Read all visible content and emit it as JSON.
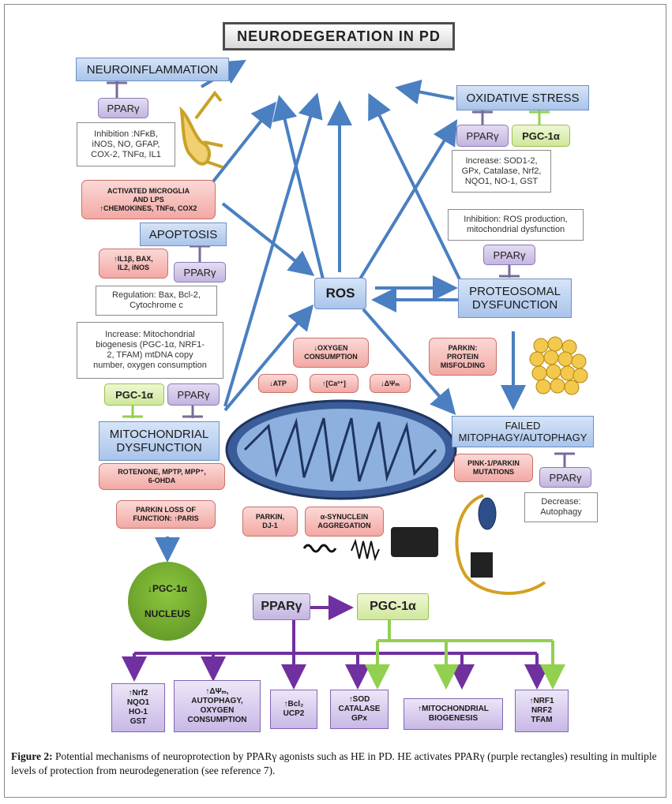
{
  "title": "NEURODEGERATION IN PD",
  "labels": {
    "neuroinflammation": "NEUROINFLAMMATION",
    "oxidative_stress": "OXIDATIVE STRESS",
    "apoptosis": "APOPTOSIS",
    "ros": "ROS",
    "proteosomal": "PROTEOSOMAL\nDYSFUNCTION",
    "mitochondrial": "MITOCHONDRIAL\nDYSFUNCTION",
    "failed_mitophagy": "FAILED\nMITOPHAGY/AUTOPHAGY"
  },
  "pparg": "PPARγ",
  "pgc1a": "PGC-1α",
  "notes": {
    "neuroinflammation": "Inhibition :NFκB,\niNOS, NO, GFAP,\nCOX-2, TNFα, IL1",
    "oxidative": "Increase: SOD1-2,\nGPx, Catalase, Nrf2,\nNQO1, NO-1, GST",
    "proteosomal": "Inhibition: ROS production,\nmitochondrial dysfunction",
    "apoptosis": "Regulation: Bax, Bcl-2,\nCytochrome c",
    "mitochondrial": "Increase: Mitochondrial\nbiogenesis (PGC-1α, NRF1-\n2, TFAM) mtDNA copy\nnumber, oxygen consumption",
    "autophagy": "Decrease:\nAutophagy"
  },
  "pink": {
    "microglia": "ACTIVATED MICROGLIA\nAND LPS\n↑CHEMOKINES, TNFα, COX2",
    "apoptosis": "↑IL1β, BAX,\nIL2, iNOS",
    "oxygen": "↓OXYGEN\nCONSUMPTION",
    "atp": "↓ATP",
    "ca": "↑[Ca²⁺]",
    "psi": "↓ΔΨₘ",
    "parkin_protein": "PARKIN:\nPROTEIN\nMISFOLDING",
    "rotenone": "ROTENONE, MPTP, MPP⁺,\n6-OHDA",
    "parkin_loss": "PARKIN LOSS OF\nFUNCTION: ↑PARIS",
    "parkin_dj1": "PARKIN,\nDJ-1",
    "synuclein": "α-SYNUCLEIN\nAGGREGATION",
    "pink1": "PINK-1/PARKIN\nMUTATIONS"
  },
  "nucleus": {
    "top": "↓PGC-1α",
    "bottom": "NUCLEUS"
  },
  "bottom_pparg": "PPARγ",
  "bottom_pgc": "PGC-1α",
  "outputs": [
    "↑Nrf2\nNQO1\nHO-1\nGST",
    "↑ΔΨₘ,\nAUTOPHAGY,\nOXYGEN\nCONSUMPTION",
    "↑Bcl₂\nUCP2",
    "↑SOD\nCATALASE\nGPx",
    "↑MITOCHONDRIAL\nBIOGENESIS",
    "↑NRF1\nNRF2\nTFAM"
  ],
  "caption": {
    "label": "Figure 2:",
    "text": " Potential mechanisms of neuroprotection by PPARγ agonists such as HE in PD. HE activates PPARγ (purple rectangles) resulting in multiple levels of protection from neurodegeneration (see reference 7)."
  },
  "icons": [
    "neuron-icon",
    "mitochondrion-icon",
    "proteasome-icon",
    "autophagosome-icon",
    "aggregate-icon",
    "fibril-icon"
  ],
  "colors": {
    "blue_arrow": "#4a7fc1",
    "purple_arrow": "#7030a0",
    "green_arrow": "#92d050",
    "inhibit": "#7a6a9a",
    "pink_fill": "#f2a9a4",
    "purple_fill": "#c3b5e0",
    "blue_fill": "#a9c4eb",
    "green_fill": "#cfe79b"
  }
}
